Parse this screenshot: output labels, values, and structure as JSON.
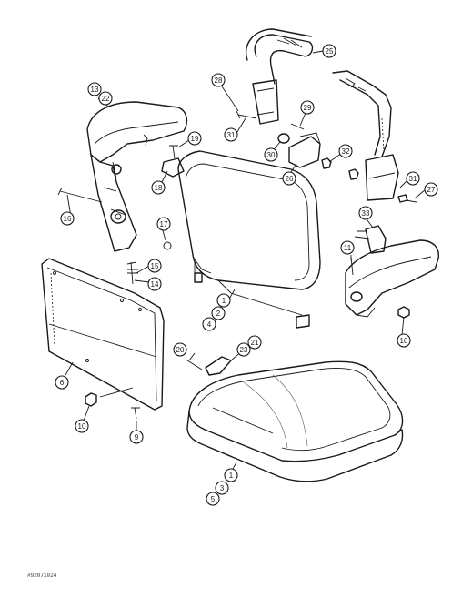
{
  "diagram": {
    "footer_code": "#92071024",
    "callouts": [
      {
        "id": "c25",
        "label": "25"
      },
      {
        "id": "c28",
        "label": "28"
      },
      {
        "id": "c31a",
        "label": "31"
      },
      {
        "id": "c29",
        "label": "29"
      },
      {
        "id": "c30",
        "label": "30"
      },
      {
        "id": "c26",
        "label": "26"
      },
      {
        "id": "c32",
        "label": "32"
      },
      {
        "id": "c31b",
        "label": "31"
      },
      {
        "id": "c27",
        "label": "27"
      },
      {
        "id": "c13",
        "label": "13"
      },
      {
        "id": "c22",
        "label": "22"
      },
      {
        "id": "c19",
        "label": "19"
      },
      {
        "id": "c18",
        "label": "18"
      },
      {
        "id": "c16",
        "label": "16"
      },
      {
        "id": "c17",
        "label": "17"
      },
      {
        "id": "c15",
        "label": "15"
      },
      {
        "id": "c14",
        "label": "14"
      },
      {
        "id": "c33",
        "label": "33"
      },
      {
        "id": "c11",
        "label": "11"
      },
      {
        "id": "c10a",
        "label": "10"
      },
      {
        "id": "c1a",
        "label": "1"
      },
      {
        "id": "c2",
        "label": "2"
      },
      {
        "id": "c4",
        "label": "4"
      },
      {
        "id": "c20",
        "label": "20"
      },
      {
        "id": "c21",
        "label": "21"
      },
      {
        "id": "c23",
        "label": "23"
      },
      {
        "id": "c6",
        "label": "6"
      },
      {
        "id": "c10b",
        "label": "10"
      },
      {
        "id": "c9",
        "label": "9"
      },
      {
        "id": "c1b",
        "label": "1"
      },
      {
        "id": "c3",
        "label": "3"
      },
      {
        "id": "c5",
        "label": "5"
      }
    ]
  }
}
